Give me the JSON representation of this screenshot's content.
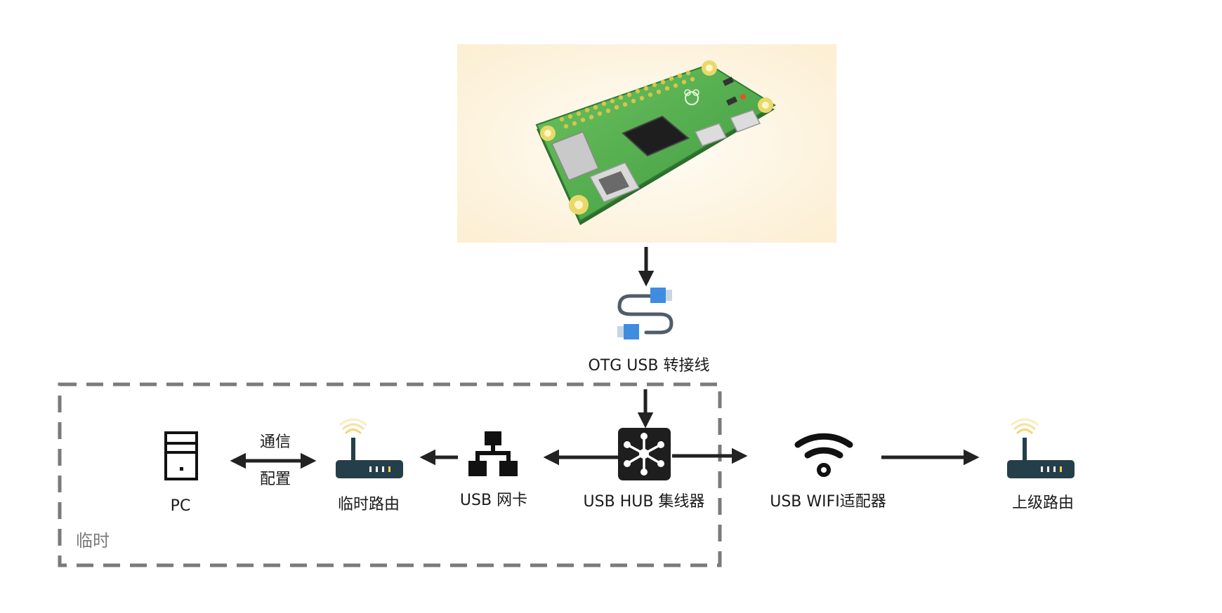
{
  "group": {
    "label": "临时"
  },
  "nodes": {
    "pi": {
      "icon": "raspberry-pi-zero-board"
    },
    "otg": {
      "label": "OTG USB 转接线",
      "icon": "usb-cable-icon"
    },
    "hub": {
      "label": "USB HUB 集线器",
      "icon": "usb-hub-icon"
    },
    "nic": {
      "label": "USB 网卡",
      "icon": "network-icon"
    },
    "temp_router": {
      "label": "临时路由",
      "icon": "router-icon"
    },
    "pc": {
      "label": "PC",
      "icon": "pc-tower-icon"
    },
    "wifi": {
      "label": "USB WIFI适配器",
      "icon": "wifi-icon"
    },
    "upper_router": {
      "label": "上级路由",
      "icon": "router-icon"
    }
  },
  "edges": {
    "pc_router_top": "通信",
    "pc_router_bottom": "配置"
  },
  "colors": {
    "arrow": "#222222",
    "dash": "#7a7a7a",
    "router_body": "#243f4a",
    "router_led": "#f1d24a",
    "usb_plug": "#3f8de0",
    "pcb": "#4fa84a",
    "image_bg": "#fdf3de"
  }
}
